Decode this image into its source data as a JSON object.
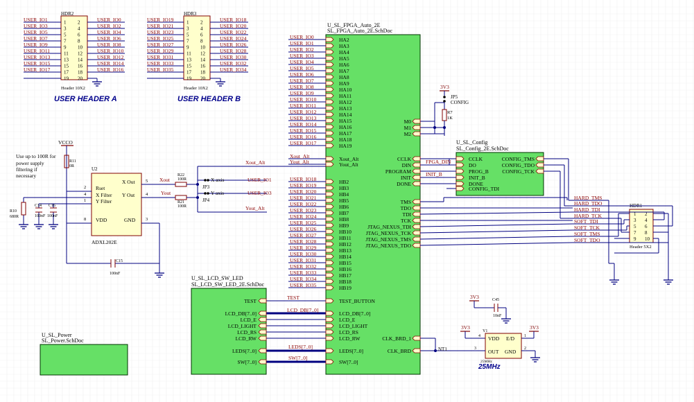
{
  "colors": {
    "background": "#ffffff",
    "grid": "#ececec",
    "wire": "#000080",
    "label": "#8b0000",
    "pin_number": "#000000",
    "sheet_fill": "#66e066",
    "sheet_border": "#003300",
    "port_fill": "#ffffcc",
    "power": "#800000"
  },
  "headers": {
    "a": {
      "designator": "HDR2",
      "part": "Header 10X2",
      "caption": "USER HEADER A",
      "left_nets": [
        "USER_IO1",
        "USER_IO3",
        "USER_IO5",
        "USER_IO7",
        "USER_IO9",
        "USER_IO11",
        "USER_IO13",
        "USER_IO15",
        "USER_IO17"
      ],
      "right_nets": [
        "USER_IO0",
        "USER_IO2",
        "USER_IO4",
        "USER_IO6",
        "USER_IO8",
        "USER_IO10",
        "USER_IO12",
        "USER_IO14",
        "USER_IO16"
      ],
      "left_pins": [
        "1",
        "3",
        "5",
        "7",
        "9",
        "11",
        "13",
        "15",
        "17",
        "19"
      ],
      "right_pins": [
        "2",
        "4",
        "6",
        "8",
        "10",
        "12",
        "14",
        "16",
        "18",
        "20"
      ]
    },
    "b": {
      "designator": "HDR3",
      "part": "Header 10X2",
      "caption": "USER HEADER B",
      "left_nets": [
        "USER_IO19",
        "USER_IO21",
        "USER_IO23",
        "USER_IO25",
        "USER_IO27",
        "USER_IO29",
        "USER_IO31",
        "USER_IO33",
        "USER_IO35"
      ],
      "right_nets": [
        "USER_IO18",
        "USER_IO20",
        "USER_IO22",
        "USER_IO24",
        "USER_IO26",
        "USER_IO28",
        "USER_IO30",
        "USER_IO32",
        "USER_IO34"
      ],
      "left_pins": [
        "1",
        "3",
        "5",
        "7",
        "9",
        "11",
        "13",
        "15",
        "17",
        "19"
      ],
      "right_pins": [
        "2",
        "4",
        "6",
        "8",
        "10",
        "12",
        "14",
        "16",
        "18",
        "20"
      ]
    },
    "jtag": {
      "designator": "HDR1",
      "part": "Header 5X2",
      "left_pins": [
        "1",
        "3",
        "5",
        "7",
        "9"
      ],
      "right_pins": [
        "2",
        "4",
        "6",
        "8",
        "10"
      ],
      "nets": [
        "HARD_TMS",
        "HARD_TDO",
        "HARD_TDI",
        "HARD_TCK",
        "SOFT_TDI",
        "SOFT_TCK",
        "SOFT_TMS",
        "SOFT_TDO"
      ]
    }
  },
  "fpga": {
    "designator": "U_SL_FPGA_Auto_2E",
    "file": "SL_FPGA_Auto_2E.SchDoc",
    "left_ports": [
      "HA2",
      "HA3",
      "HA4",
      "HA5",
      "HA6",
      "HA7",
      "HA8",
      "HA9",
      "HA10",
      "HA11",
      "HA12",
      "HA13",
      "HA14",
      "HA15",
      "HA16",
      "HA17",
      "HA18",
      "HA19",
      "Xout_Alt",
      "Yout_Alt",
      "HB2",
      "HB3",
      "HB4",
      "HB5",
      "HB6",
      "HB7",
      "HB8",
      "HB9",
      "HB10",
      "HB11",
      "HB12",
      "HB13",
      "HB14",
      "HB15",
      "HB16",
      "HB17",
      "HB18",
      "HB19",
      "TEST_BUTTON",
      "LCD_DB[7..0]",
      "LCD_E",
      "LCD_LIGHT",
      "LCD_RS",
      "LCD_RW",
      "LEDS[7..0]",
      "SW[7..0]"
    ],
    "left_nets": [
      "USER_IO0",
      "USER_IO1",
      "USER_IO2",
      "USER_IO3",
      "USER_IO4",
      "USER_IO5",
      "USER_IO6",
      "USER_IO7",
      "USER_IO8",
      "USER_IO9",
      "USER_IO10",
      "USER_IO11",
      "USER_IO12",
      "USER_IO13",
      "USER_IO14",
      "USER_IO15",
      "USER_IO16",
      "USER_IO17",
      "Xout_Alt",
      "Yout_Alt",
      "USER_IO18",
      "USER_IO19",
      "USER_IO20",
      "USER_IO21",
      "USER_IO22",
      "USER_IO23",
      "USER_IO24",
      "USER_IO25",
      "USER_IO26",
      "USER_IO27",
      "USER_IO28",
      "USER_IO29",
      "USER_IO30",
      "USER_IO31",
      "USER_IO32",
      "USER_IO33",
      "USER_IO34",
      "USER_IO35"
    ],
    "right_ports": [
      "M0",
      "M1",
      "M2",
      "CCLK",
      "DIN",
      "PROGRAM",
      "INIT",
      "DONE",
      "TMS",
      "TDO",
      "TDI",
      "TCK",
      "JTAG_NEXUS_TDI",
      "JTAG_NEXUS_TCK",
      "JTAG_NEXUS_TMS",
      "JTAG_NEXUS_TDO",
      "CLK_BRD_1",
      "CLK_BRD"
    ]
  },
  "config": {
    "designator": "U_SL_Config",
    "file": "SL_Config_2E.SchDoc",
    "left_ports": [
      "CCLK",
      "DO",
      "PROG_B",
      "INIT_B",
      "DONE",
      "CONFIG_TDI"
    ],
    "right_ports": [
      "CONFIG_TMS",
      "CONFIG_TDO",
      "CONFIG_TCK"
    ]
  },
  "lcd": {
    "designator": "U_SL_LCD_SW_LED",
    "file": "SL_LCD_SW_LED_2E.SchDoc",
    "ports": [
      "TEST",
      "LCD_DB[7..0]",
      "LCD_E",
      "LCD_LIGHT",
      "LCD_RS",
      "LCD_RW",
      "LEDS[7..0]",
      "SW[7..0]"
    ]
  },
  "power_sheet": {
    "designator": "U_SL_Power",
    "file": "SL_Power.SchDoc"
  },
  "accel": {
    "designator": "U2",
    "part": "ADXL202E",
    "pins": {
      "rset": "Rset",
      "xfilter": "X Filter",
      "yfilter": "Y Filter",
      "vdd": "VDD",
      "xout": "X Out",
      "yout": "Y Out",
      "gnd": "GND"
    },
    "pin_numbers": {
      "rset": "2",
      "xfilter": "4",
      "yfilter": "1",
      "vdd": "8",
      "xout": "5",
      "yout": "4",
      "gnd": "3"
    },
    "note": [
      "Use up to 100R for",
      "power supply",
      "filtering if",
      "necessary"
    ],
    "vcc": "VCCO"
  },
  "parts": {
    "r11": {
      "ref": "R11",
      "val": "0R"
    },
    "r10": {
      "ref": "R10",
      "val": "680R"
    },
    "c16": {
      "ref": "C16",
      "val": "100nF"
    },
    "c14": {
      "ref": "C14",
      "val": "100nF"
    },
    "c15": {
      "ref": "C15",
      "val": "100nF"
    },
    "r22": {
      "ref": "R22",
      "val": "100R"
    },
    "r21": {
      "ref": "R21",
      "val": "100R"
    },
    "jp3": {
      "ref": "JP3",
      "label": "X axis"
    },
    "jp4": {
      "ref": "JP4",
      "label": "Y axis"
    },
    "jp5": {
      "ref": "JP5",
      "label": "CONFIG"
    },
    "r7": {
      "ref": "R7",
      "val": "1K"
    },
    "c45": {
      "ref": "C45",
      "val": "10nF"
    },
    "y1": {
      "ref": "Y1",
      "val": "25MHz",
      "caption": "25MHz"
    },
    "nt1": {
      "ref": "NT1"
    }
  },
  "nets": {
    "xout": "Xout",
    "yout": "Yout",
    "xout_alt": "Xout_Alt",
    "yout_alt": "Yout_Alt",
    "user_io1": "USER_IO1",
    "user_io3": "USER_IO3",
    "fpga_din": "FPGA_DIN",
    "init_b": "INIT_B",
    "test": "TEST",
    "lcd_db": "LCD_DB[7..0]",
    "leds": "LEDS[7..0]",
    "sw": "SW[7..0]",
    "v33": "3V3"
  },
  "osc_pins": {
    "vdd": "VDD",
    "ed": "E/D",
    "out": "OUT",
    "gnd": "GND",
    "n4": "4",
    "n1": "1",
    "n3": "3",
    "n2": "2"
  }
}
